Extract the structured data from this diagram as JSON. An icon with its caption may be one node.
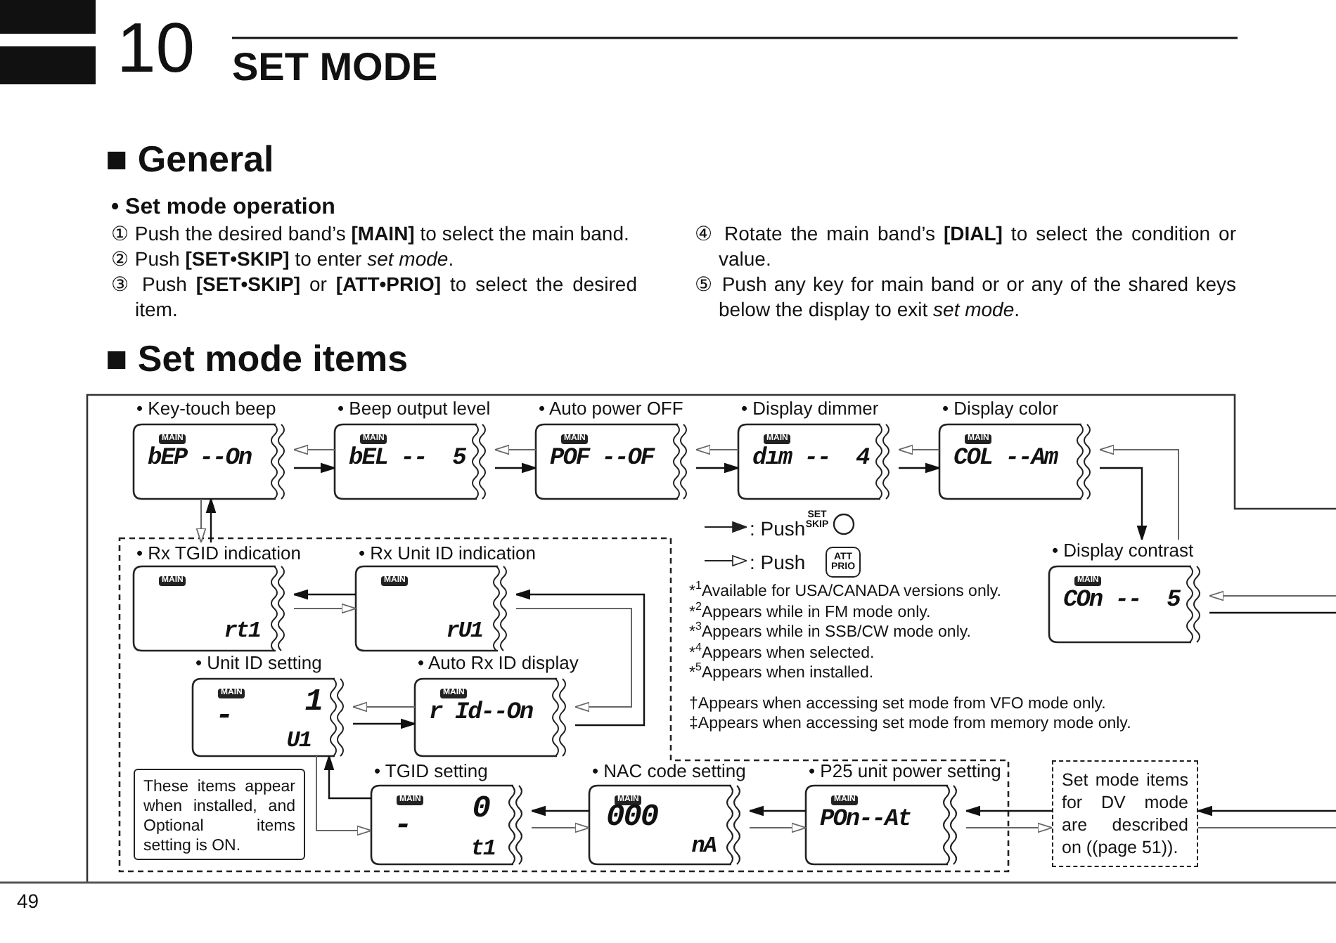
{
  "diagram": {
    "nodes": [
      {
        "text": [
          "• Key-touch beep",
          "MAIN",
          "bEP --On"
        ]
      },
      {
        "text": [
          "• Beep output level",
          "MAIN",
          "bEL --  5"
        ]
      },
      {
        "text": [
          "• Auto power OFF",
          "MAIN",
          "POF --OF"
        ]
      },
      {
        "text": [
          "• Display dimmer",
          "MAIN",
          "dım --  4"
        ]
      },
      {
        "text": [
          "• Display color",
          "MAIN",
          "COL --Am"
        ]
      },
      {
        "text": [
          "• Display contrast",
          "MAIN",
          "COn --  5"
        ]
      },
      {
        "text": [],
        "shape": "box"
      },
      {
        "text": [
          "• Rx TGID indication",
          "MAIN",
          "rt1"
        ],
        "in": 6
      },
      {
        "text": [
          "• Rx Unit ID indication",
          "MAIN",
          "rU1"
        ],
        "in": 6
      },
      {
        "text": [
          "• Unit ID setting",
          "MAIN",
          "-",
          "1",
          "U1"
        ],
        "in": 6
      },
      {
        "text": [
          "• Auto Rx ID display",
          "MAIN",
          "r Id--On"
        ],
        "in": 6
      },
      {
        "text": [
          "These items appear when installed, and Optional items setting is ON."
        ],
        "in": 6
      },
      {
        "text": [
          "• TGID setting",
          "MAIN",
          "-",
          "0",
          "t1"
        ],
        "in": 6
      },
      {
        "text": [
          "• NAC code setting",
          "MAIN",
          "000",
          "nA"
        ],
        "in": 6
      },
      {
        "text": [
          "• P25 unit power setting",
          "MAIN",
          "POn--At"
        ],
        "in": 6
      },
      {
        "text": [
          "Set mode items for DV mode are described on ((page 51))."
        ]
      }
    ],
    "edges": [
      {
        "from": 0,
        "to": 1,
        "arrow": "to"
      },
      {
        "from": 1,
        "to": 0,
        "arrow": "to",
        "color": "#666666"
      },
      {
        "from": 1,
        "to": 2,
        "arrow": "to"
      },
      {
        "from": 2,
        "to": 1,
        "arrow": "to",
        "color": "#666666"
      },
      {
        "from": 2,
        "to": 3,
        "arrow": "to"
      },
      {
        "from": 3,
        "to": 2,
        "arrow": "to",
        "color": "#666666"
      },
      {
        "from": 3,
        "to": 4,
        "arrow": "to"
      },
      {
        "from": 4,
        "to": 3,
        "arrow": "to",
        "color": "#666666"
      },
      {
        "from": 4,
        "to": 5,
        "arrow": "to"
      },
      {
        "from": 5,
        "to": 4,
        "arrow": "to",
        "color": "#666666"
      },
      {
        "from": 5,
        "to": null,
        "arrow": "none"
      },
      {
        "from": null,
        "to": 5,
        "arrow": "to",
        "color": "#666666"
      },
      {
        "from": null,
        "to": 15,
        "arrow": "to"
      },
      {
        "from": 15,
        "to": null,
        "arrow": "none",
        "color": "#666666"
      },
      {
        "from": 15,
        "to": 14,
        "arrow": "to"
      },
      {
        "from": 14,
        "to": 15,
        "arrow": "to",
        "color": "#666666"
      },
      {
        "from": 14,
        "to": 13,
        "arrow": "to"
      },
      {
        "from": 13,
        "to": 14,
        "arrow": "to",
        "color": "#666666"
      },
      {
        "from": 13,
        "to": 12,
        "arrow": "to"
      },
      {
        "from": 12,
        "to": 13,
        "arrow": "to",
        "color": "#666666"
      },
      {
        "from": 12,
        "to": 9,
        "arrow": "to"
      },
      {
        "from": 9,
        "to": 12,
        "arrow": "to",
        "color": "#666666"
      },
      {
        "from": 9,
        "to": 10,
        "arrow": "to"
      },
      {
        "from": 10,
        "to": 9,
        "arrow": "to",
        "color": "#666666"
      },
      {
        "from": 10,
        "to": 8,
        "arrow": "to"
      },
      {
        "from": 8,
        "to": 10,
        "arrow": "to",
        "color": "#666666"
      },
      {
        "from": 8,
        "to": 7,
        "arrow": "to"
      },
      {
        "from": 7,
        "to": 8,
        "arrow": "to",
        "color": "#666666"
      },
      {
        "from": 7,
        "to": 0,
        "arrow": "to"
      },
      {
        "from": 0,
        "to": 7,
        "arrow": "to",
        "color": "#666666"
      }
    ],
    "labels": [
      "10",
      "SET MODE",
      "■ General",
      "• Set mode operation",
      "① Push the desired band’s **[MAIN]** to select the main band.",
      "② Push **[SET•SKIP]** to enter *set mode*.",
      "③ Push **[SET•SKIP]** or **[ATT•PRIO]** to select the desired item.",
      "④ Rotate the main band’s **[DIAL]** to select the condition or value.",
      "⑤ Push any key for main band or or any of the shared keys below the display to exit *set mode*.",
      "■ Set mode items",
      "SET SKIP",
      "ATT PRIO",
      "*$^{1}$Available for USA/CANADA versions only.",
      "*$^{2}$Appears while in FM mode only.",
      "*$^{3}$Appears while in SSB/CW mode only.",
      "*$^{4}$Appears when selected.",
      "*$^{5}$Appears when installed.",
      "†Appears when accessing set mode from VFO mode only.",
      "‡Appears when accessing set mode from memory mode only.",
      "49"
    ],
    "legend": [
      {
        "text": ": Push"
      },
      {
        "text": ": Push"
      }
    ]
  }
}
